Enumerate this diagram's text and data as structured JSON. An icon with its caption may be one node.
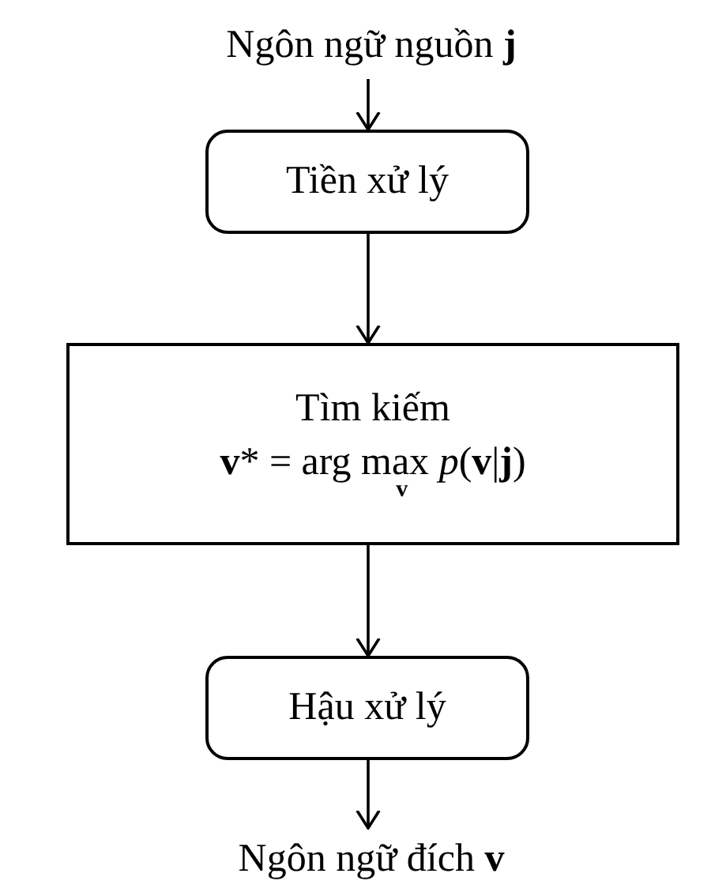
{
  "diagram": {
    "nodes": [
      {
        "text": [
          "Ngôn ngữ nguồn **j**"
        ]
      },
      {
        "text": [
          "Tiền xử lý"
        ]
      },
      {
        "text": [
          "Tìm kiếm",
          "**v*** = arg max$_{v}$ *p*(**v**|**j**)"
        ]
      },
      {
        "text": [
          "Hậu xử lý"
        ]
      },
      {
        "text": [
          "Ngôn ngữ đích **v**"
        ]
      }
    ],
    "edges": [
      {
        "from": 0,
        "to": 1,
        "arrow": "to"
      },
      {
        "from": 1,
        "to": 2,
        "arrow": "to"
      },
      {
        "from": 2,
        "to": 3,
        "arrow": "to"
      },
      {
        "from": 3,
        "to": 4,
        "arrow": "to"
      }
    ]
  }
}
